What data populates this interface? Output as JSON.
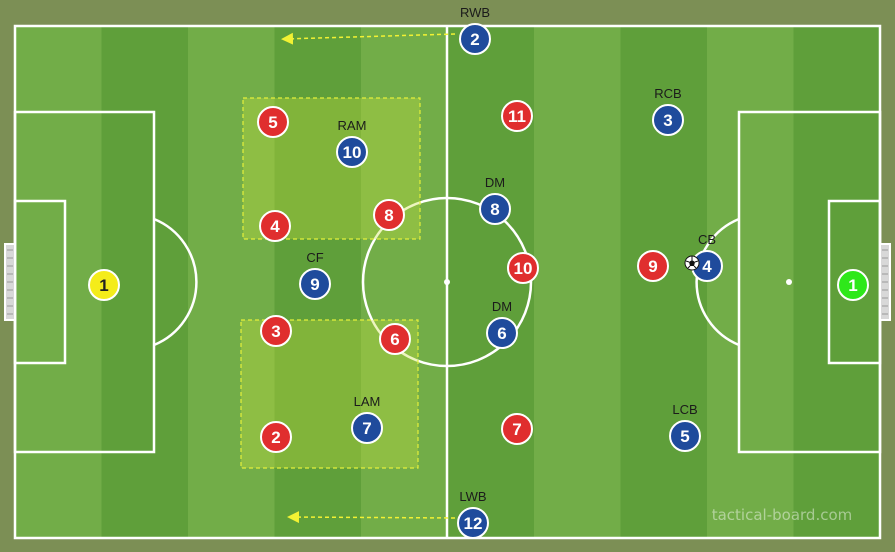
{
  "colors": {
    "stripe_light": "#72ad48",
    "stripe_dark": "#5f9f3a",
    "line": "#ffffff",
    "zone_fill": "#c8e03c",
    "zone_border": "#e4f03a",
    "arrow": "#f2f233",
    "red_team": "#e02e2e",
    "blue_team": "#1f4b9c",
    "gk_left": "#f4ec1a",
    "gk_right": "#2ee81a"
  },
  "goalkeepers": [
    {
      "number": "1",
      "color": "gk_left",
      "text_color": "#222222"
    },
    {
      "number": "1",
      "color": "gk_right",
      "text_color": "#ffffff"
    }
  ],
  "red_players": [
    "5",
    "4",
    "8",
    "3",
    "2",
    "6",
    "11",
    "10",
    "7",
    "9"
  ],
  "blue_players": [
    {
      "number": "2",
      "label": "RWB"
    },
    {
      "number": "10",
      "label": "RAM"
    },
    {
      "number": "3",
      "label": "RCB"
    },
    {
      "number": "8",
      "label": "DM"
    },
    {
      "number": "9",
      "label": "CF"
    },
    {
      "number": "4",
      "label": "CB"
    },
    {
      "number": "6",
      "label": "DM"
    },
    {
      "number": "7",
      "label": "LAM"
    },
    {
      "number": "5",
      "label": "LCB"
    },
    {
      "number": "12",
      "label": "LWB"
    }
  ],
  "ball": "soccer-ball-icon",
  "watermark": "tactical-board.com"
}
